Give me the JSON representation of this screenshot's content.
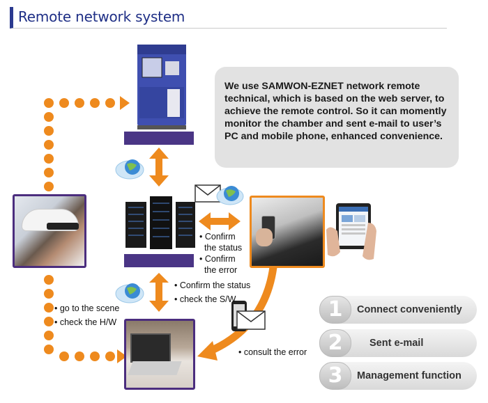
{
  "title": "Remote network system",
  "description": "We use SAMWON-EZNET network remote technical, which is based on the web server, to achieve the remote control. So it can momently monitor the chamber and sent e-mail to user’s PC and mobile phone, enhanced convenience.",
  "labels": {
    "confirm_status_right": "• Confirm\n  the status",
    "confirm_error_right": "• Confirm\n  the error",
    "confirm_status_mid": "• Confirm the status",
    "check_sw": "• check the S/W",
    "go_to_scene": "• go to the scene",
    "check_hw": "• check the H/W",
    "consult_error": "• consult the error"
  },
  "features": [
    {
      "number": "1",
      "label": "Connect  conveniently"
    },
    {
      "number": "2",
      "label": "Sent e-mail"
    },
    {
      "number": "3",
      "label": "Management function"
    }
  ],
  "colors": {
    "title": "#1f2f86",
    "dots": "#ee8a1e",
    "arrow": "#ee8a1e",
    "frame_purple": "#4b2d7e",
    "frame_orange": "#ee8a1e"
  }
}
